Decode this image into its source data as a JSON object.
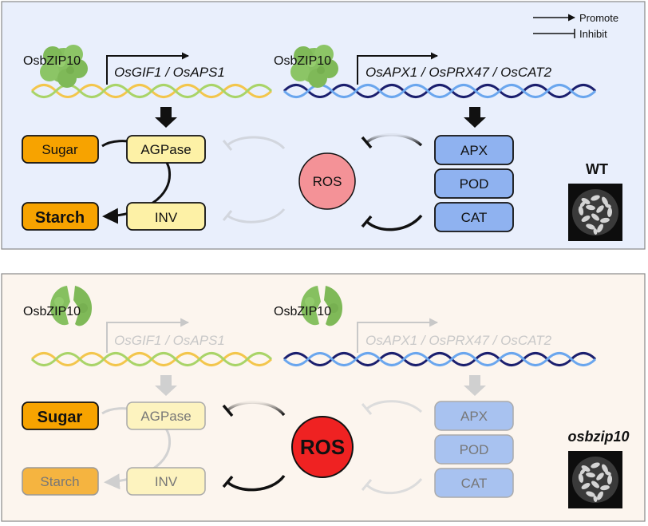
{
  "legend": {
    "promote": "Promote",
    "inhibit": "Inhibit"
  },
  "wt": {
    "factor_left": "OsbZIP10",
    "genes_left": "OsGIF1 / OsAPS1",
    "factor_right": "OsbZIP10",
    "genes_right": "OsAPX1 / OsPRX47 / OsCAT2",
    "sugar": "Sugar",
    "starch": "Starch",
    "agpase": "AGPase",
    "inv": "INV",
    "ros": "ROS",
    "apx": "APX",
    "pod": "POD",
    "cat": "CAT",
    "genotype": "WT"
  },
  "mutant": {
    "factor_left": "OsbZIP10",
    "genes_left": "OsGIF1 / OsAPS1",
    "factor_right": "OsbZIP10",
    "genes_right": "OsAPX1 / OsPRX47 / OsCAT2",
    "sugar": "Sugar",
    "starch": "Starch",
    "agpase": "AGPase",
    "inv": "INV",
    "ros": "ROS",
    "apx": "APX",
    "pod": "POD",
    "cat": "CAT",
    "genotype": "osbzip10"
  },
  "colors": {
    "wt_panel_bg": "#e9effc",
    "mutant_panel_bg": "#fcf5ee",
    "sugar_box": "#f7a300",
    "enzyme_box": "#fdf1a6",
    "antioxidant_box": "#8fb2f0",
    "ros_wt": "#f49297",
    "ros_mutant": "#ef2222",
    "protein_green": "#86c060"
  }
}
